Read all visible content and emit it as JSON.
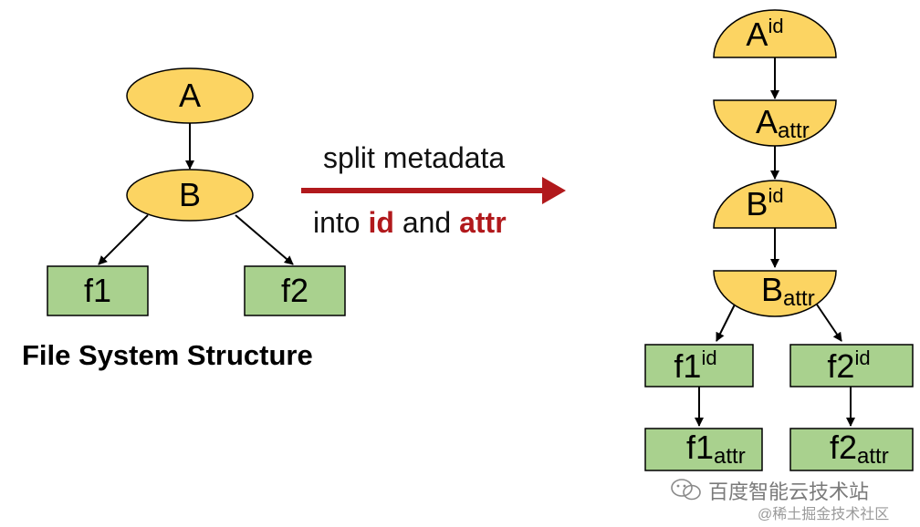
{
  "left_tree": {
    "node_a": "A",
    "node_b": "B",
    "leaf_f1": "f1",
    "leaf_f2": "f2",
    "caption": "File System Structure"
  },
  "transform": {
    "line1": "split metadata",
    "line2_pre": "into ",
    "line2_id": "id",
    "line2_mid": " and ",
    "line2_attr": "attr"
  },
  "right_tree": {
    "a_id": {
      "base": "A",
      "suffix": "id"
    },
    "a_attr": {
      "base": "A",
      "suffix": "attr"
    },
    "b_id": {
      "base": "B",
      "suffix": "id"
    },
    "b_attr": {
      "base": "B",
      "suffix": "attr"
    },
    "f1_id": {
      "base": "f1",
      "suffix": "id"
    },
    "f2_id": {
      "base": "f2",
      "suffix": "id"
    },
    "f1_attr": {
      "base": "f1",
      "suffix": "attr"
    },
    "f2_attr": {
      "base": "f2",
      "suffix": "attr"
    }
  },
  "watermark": {
    "line1": "百度智能云技术站",
    "line2": "@稀土掘金技术社区"
  },
  "colors": {
    "node_fill": "#fcd462",
    "leaf_fill": "#a9d18e",
    "arrow_red": "#b1191c",
    "emphasis_red": "#b1191c"
  }
}
